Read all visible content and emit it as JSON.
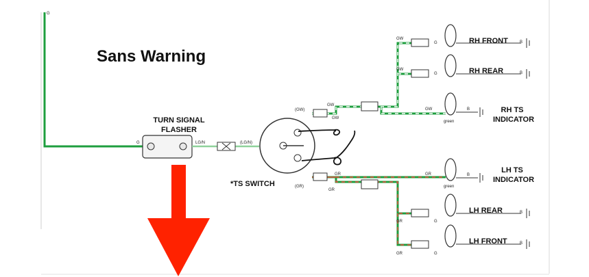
{
  "title": "Sans Warning",
  "flasher": {
    "label_line1": "TURN SIGNAL",
    "label_line2": "FLASHER",
    "pin_left": "G",
    "pin_right": "LG/N"
  },
  "switch": {
    "label": "*TS SWITCH",
    "input_wire": "(LG/N)",
    "top_wire": "(GW)",
    "bottom_wire": "(GR)"
  },
  "right_side": {
    "branches": [
      {
        "name": "RH FRONT",
        "wire": "GW",
        "connector": "G",
        "ground": "B"
      },
      {
        "name": "RH REAR",
        "wire": "GW",
        "connector": "G",
        "ground": "B"
      },
      {
        "name_line1": "RH TS",
        "name_line2": "INDICATOR",
        "wire": "GW",
        "bulb_note": "green",
        "ground": "B"
      }
    ],
    "trunk_labels": [
      "GW",
      "GW"
    ]
  },
  "left_side": {
    "branches": [
      {
        "name_line1": "LH TS",
        "name_line2": "INDICATOR",
        "wire": "GR",
        "bulb_note": "green",
        "ground": "B"
      },
      {
        "name": "LH REAR",
        "wire": "GR",
        "connector": "G",
        "ground": "B"
      },
      {
        "name": "LH FRONT",
        "wire": "GR",
        "connector": "G",
        "ground": "B"
      }
    ],
    "trunk_labels": [
      "GR",
      "GR"
    ]
  },
  "top_corner_mark": "G",
  "colors": {
    "green": "#1e9e3e",
    "red": "#e84a3a",
    "white_dash": "#ffffff",
    "arrow": "#ff2200",
    "ink": "#111111",
    "line_gray": "#333333"
  }
}
